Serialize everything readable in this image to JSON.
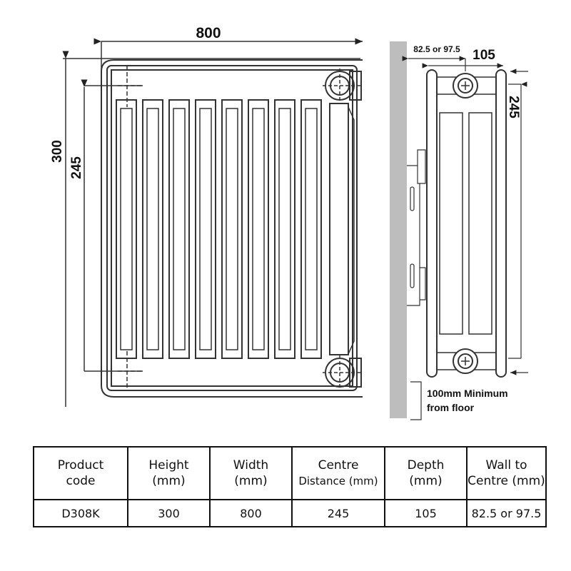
{
  "front_view": {
    "width_label": "800",
    "height_label": "300",
    "centre_label": "245",
    "fin_count": 8
  },
  "side_view": {
    "wall_to_centre_label": "82.5 or 97.5",
    "depth_label": "105",
    "centre_label": "245",
    "floor_note_line1": "100mm Minimum",
    "floor_note_line2": "from floor",
    "wall_color": "#bdbdbd"
  },
  "table": {
    "headers": [
      {
        "line1": "Product",
        "line2": "code"
      },
      {
        "line1": "Height",
        "line2": "(mm)"
      },
      {
        "line1": "Width",
        "line2": "(mm)"
      },
      {
        "line1": "Centre",
        "line2": "Distance (mm)"
      },
      {
        "line1": "Depth",
        "line2": "(mm)"
      },
      {
        "line1": "Wall to",
        "line2": "Centre (mm)"
      }
    ],
    "rows": [
      [
        "D308K",
        "300",
        "800",
        "245",
        "105",
        "82.5 or 97.5"
      ]
    ]
  }
}
